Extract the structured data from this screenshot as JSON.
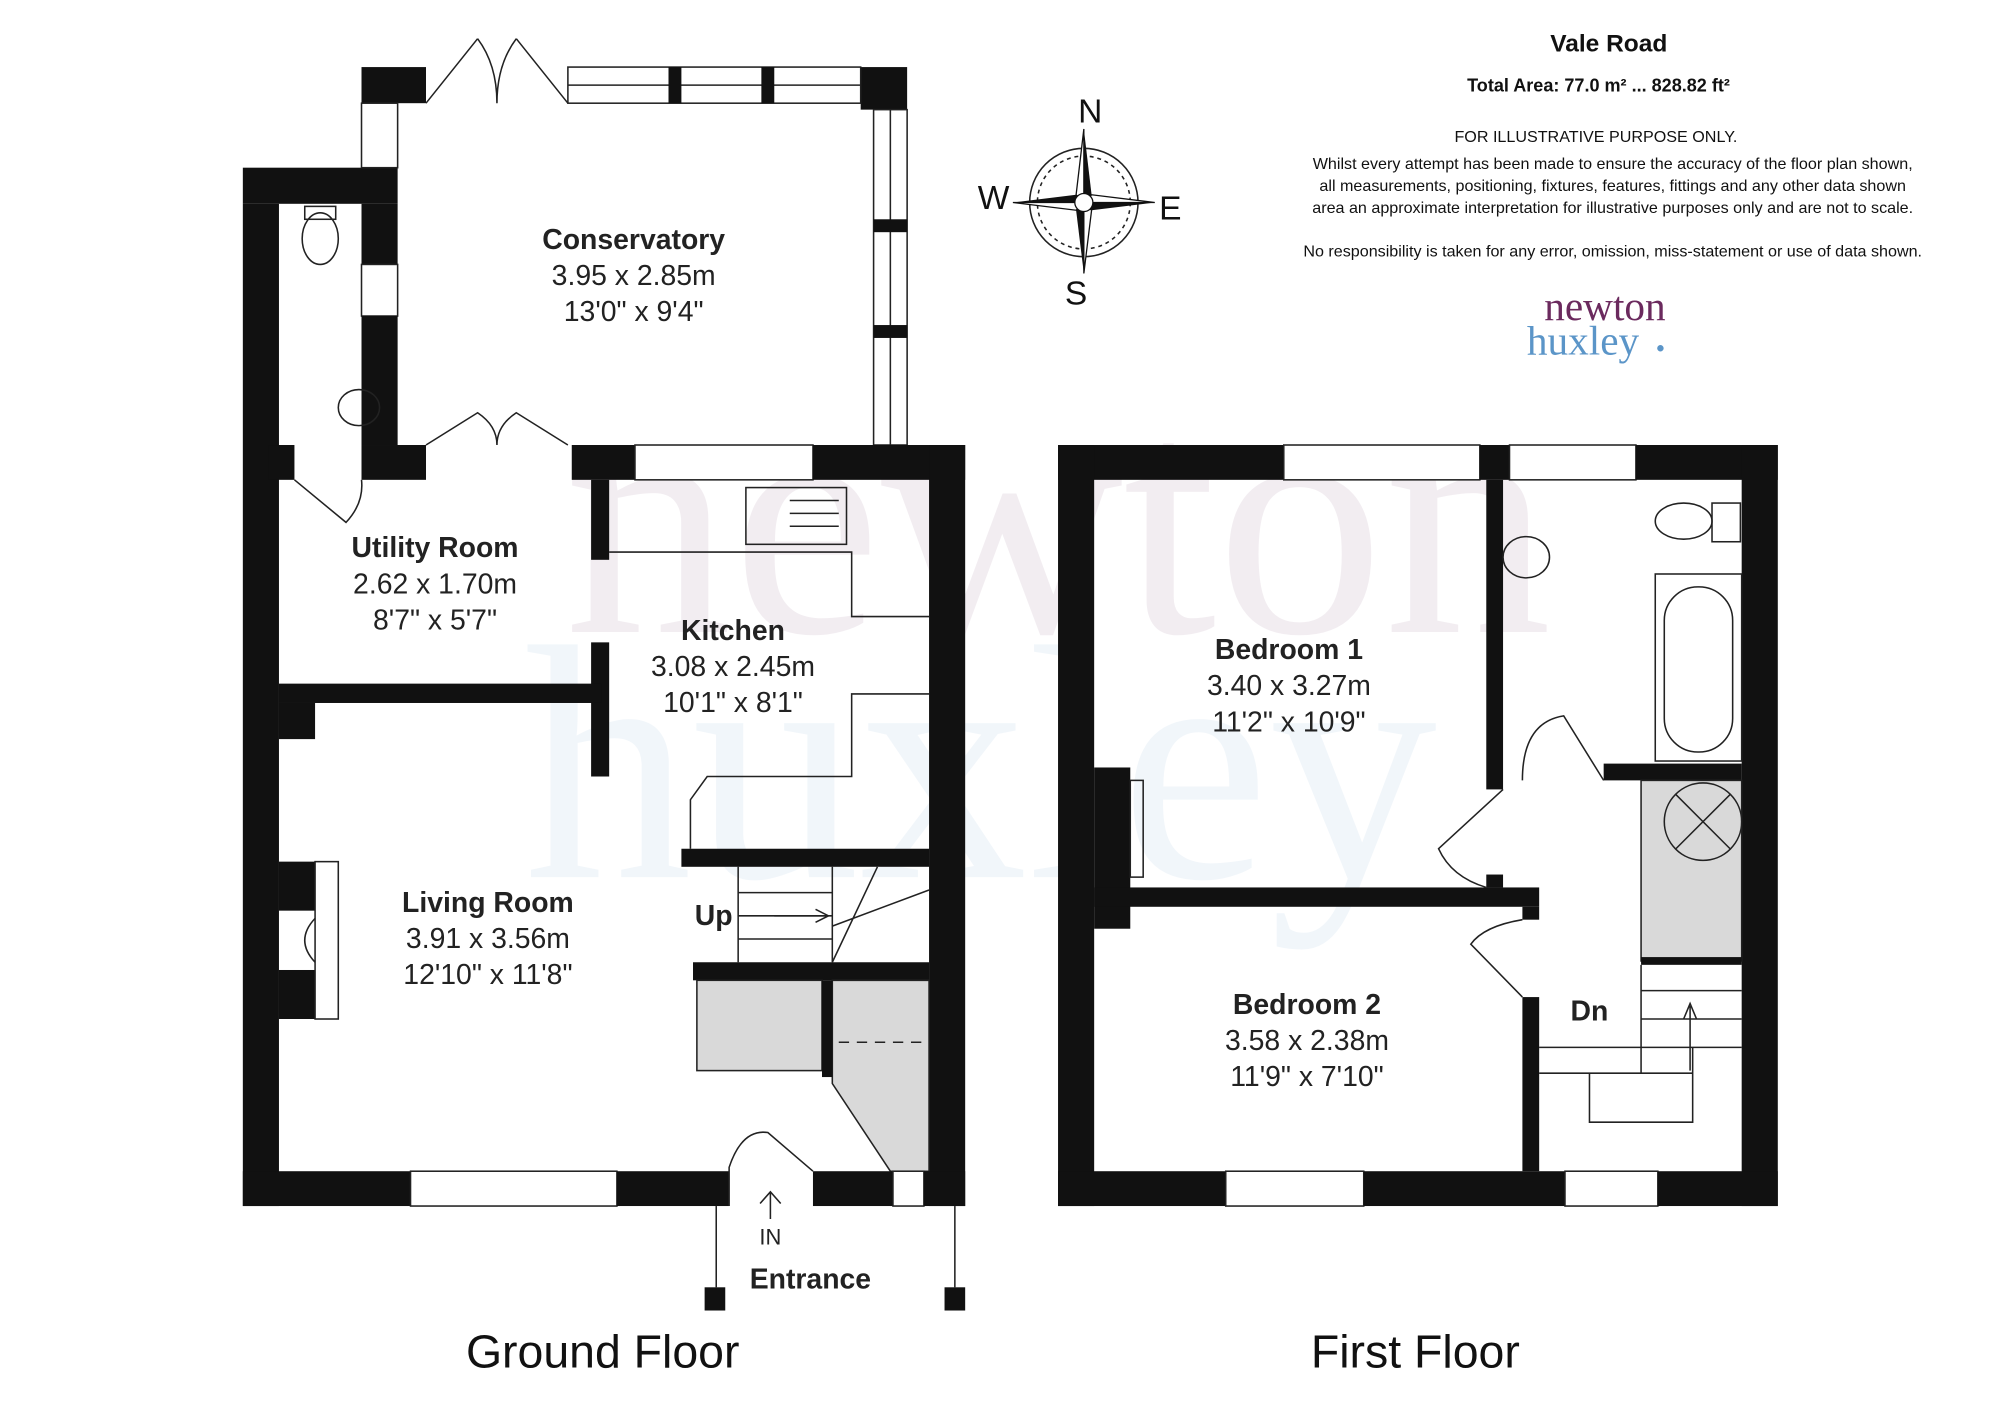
{
  "header": {
    "title": "Vale Road",
    "total_area": "Total Area: 77.0 m²  ... 828.82 ft²",
    "disclaimer_heading": "FOR ILLUSTRATIVE PURPOSE ONLY.",
    "disclaimer_lines": [
      "Whilst every attempt has been made to ensure the accuracy of the floor plan shown,",
      "all measurements, positioning, fixtures, features, fittings and any other data shown",
      "area an approximate interpretation for illustrative purposes only and are not to scale."
    ],
    "responsibility": "No responsibility is taken for any error, omission, miss-statement or use of data shown."
  },
  "logo": {
    "line1": "newton",
    "line2": "huxley",
    "color1": "#6b2a5e",
    "color2": "#5b95c8"
  },
  "compass": {
    "n": "N",
    "s": "S",
    "e": "E",
    "w": "W"
  },
  "ground_floor": {
    "label": "Ground Floor",
    "rooms": [
      {
        "name": "Conservatory",
        "metric": "3.95 x 2.85m",
        "imperial": "13'0\" x 9'4\""
      },
      {
        "name": "Utility Room",
        "metric": "2.62 x 1.70m",
        "imperial": "8'7\" x 5'7\""
      },
      {
        "name": "Kitchen",
        "metric": "3.08 x 2.45m",
        "imperial": "10'1\" x 8'1\""
      },
      {
        "name": "Living Room",
        "metric": "3.91 x 3.56m",
        "imperial": "12'10\" x 11'8\""
      }
    ],
    "stairs_label": "Up",
    "entrance_in": "IN",
    "entrance_label": "Entrance"
  },
  "first_floor": {
    "label": "First Floor",
    "rooms": [
      {
        "name": "Bedroom 1",
        "metric": "3.40 x 3.27m",
        "imperial": "11'2\" x 10'9\""
      },
      {
        "name": "Bedroom 2",
        "metric": "3.58 x 2.38m",
        "imperial": "11'9\" x 7'10\""
      }
    ],
    "stairs_label": "Dn"
  }
}
